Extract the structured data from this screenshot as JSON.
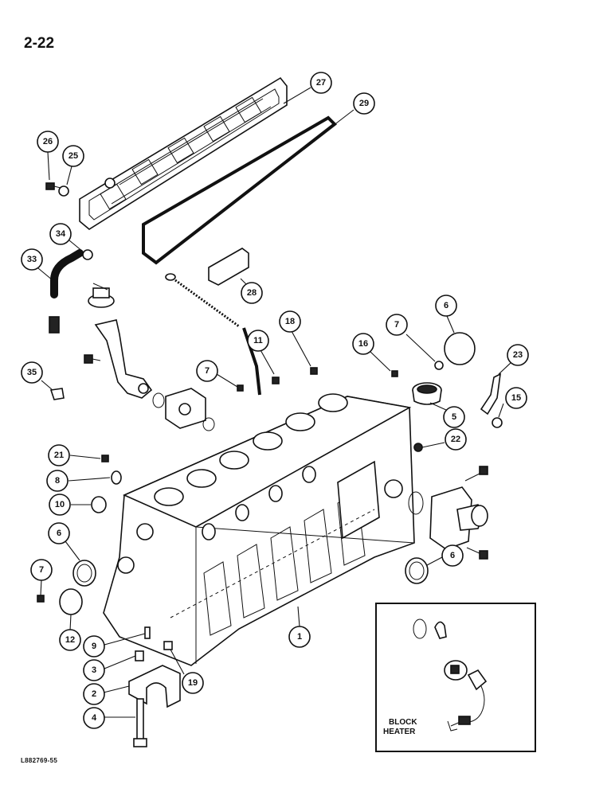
{
  "page": {
    "number": "2-22",
    "figure_code": "L882769-55"
  },
  "inset": {
    "label_line1": "BLOCK",
    "label_line2": "HEATER"
  },
  "callouts": [
    "27",
    "29",
    "26",
    "25",
    "34",
    "33",
    "28",
    "6",
    "7",
    "18",
    "11",
    "16",
    "23",
    "35",
    "7",
    "15",
    "5",
    "22",
    "21",
    "8",
    "10",
    "6",
    "6",
    "7",
    "12",
    "1",
    "9",
    "3",
    "19",
    "2",
    "4"
  ],
  "colors": {
    "ink": "#111111",
    "paper": "#ffffff"
  }
}
